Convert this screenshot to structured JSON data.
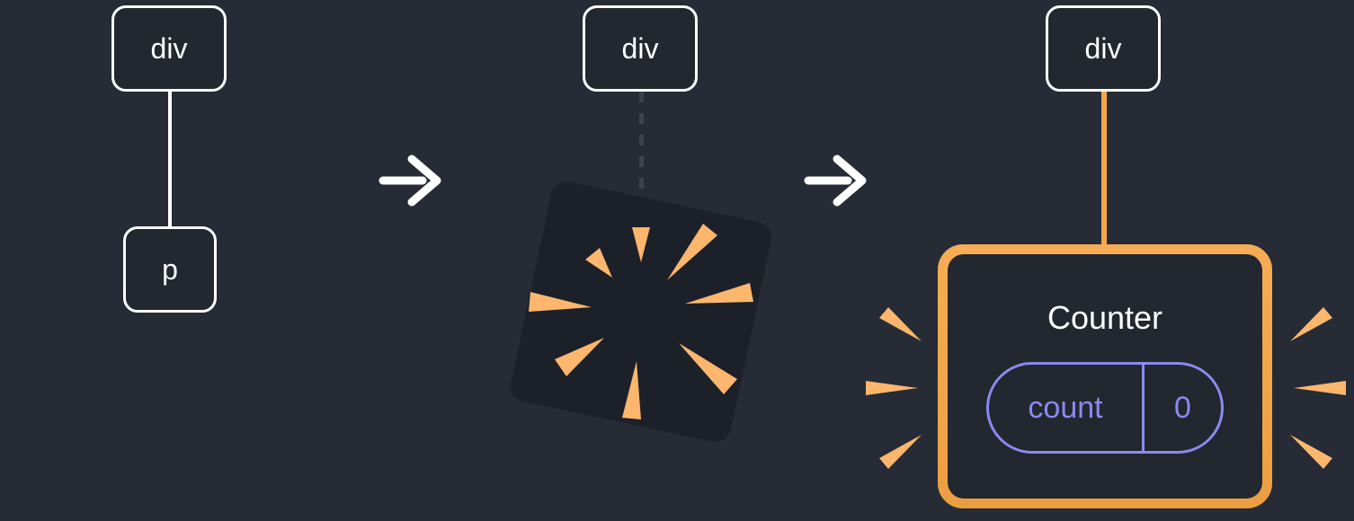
{
  "diagram_kind": "react-render-tree-remount",
  "steps": {
    "initial": {
      "parent_label": "div",
      "child_label": "p"
    },
    "unmount": {
      "parent_label": "div"
    },
    "remount": {
      "parent_label": "div",
      "component_title": "Counter",
      "state_name": "count",
      "state_value": "0"
    }
  },
  "icons": {
    "arrow_right_1": "arrow-right-icon",
    "arrow_right_2": "arrow-right-icon",
    "explosion": "explosion-burst-icon",
    "emphasis_left": "emphasis-sparks-icon",
    "emphasis_right": "emphasis-sparks-icon"
  },
  "colors": {
    "bg": "#262B35",
    "box-fill": "#23272F",
    "square-fill": "#1C2029",
    "white": "#FFFFFF",
    "orange": "#F5A74B",
    "orange-deep": "#EC9E41",
    "orange-light": "#F7AC55",
    "spark": "#FCB66D",
    "lavender": "#8A8AF0",
    "dash": "#3C4250"
  }
}
